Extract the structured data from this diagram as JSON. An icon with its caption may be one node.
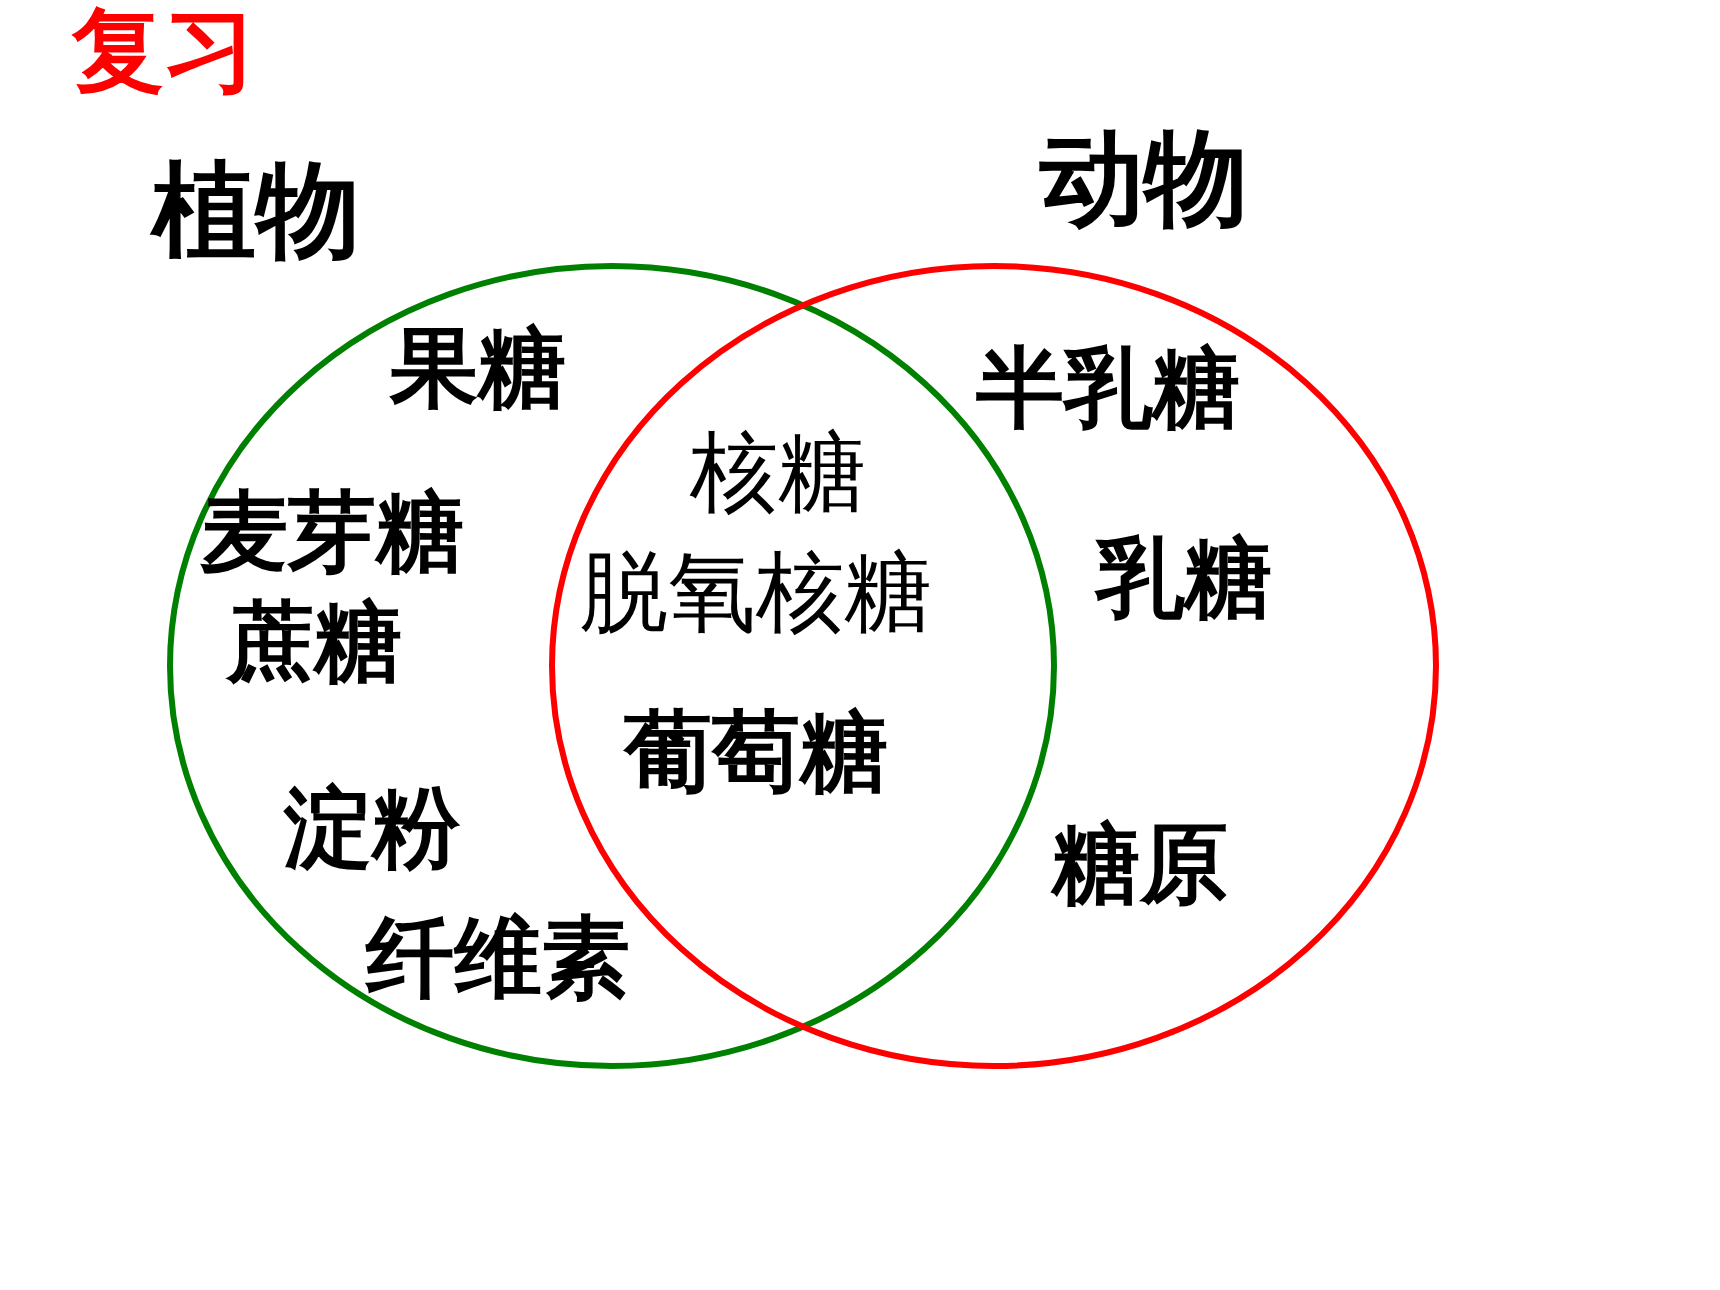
{
  "diagram": {
    "title": "复习",
    "nodes": [
      {
        "text": [
          "植物"
        ]
      },
      {
        "text": [
          "动物"
        ]
      }
    ],
    "labels": [
      "果糖",
      "半乳糖",
      "核糖",
      "麦芽糖",
      "脱氧核糖",
      "乳糖",
      "蔗糖",
      "葡萄糖",
      "淀粉",
      "糖原",
      "纤维素"
    ]
  }
}
